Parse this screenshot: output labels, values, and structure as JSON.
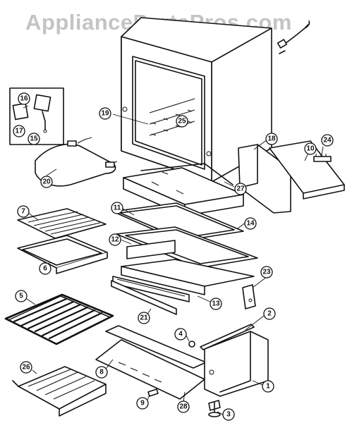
{
  "watermark": "AppliancePartsPros.com",
  "callouts": {
    "c1": "1",
    "c2": "2",
    "c3": "3",
    "c4": "4",
    "c5": "5",
    "c6": "6",
    "c7": "7",
    "c8": "8",
    "c9": "9",
    "c10": "10",
    "c11": "11",
    "c12": "12",
    "c13": "13",
    "c14": "14",
    "c15": "15",
    "c16": "16",
    "c17": "17",
    "c18": "18",
    "c19": "19",
    "c20": "20",
    "c21": "21",
    "c23": "23",
    "c24": "24",
    "c25": "25",
    "c26": "26",
    "c27": "27",
    "c28": "28"
  }
}
